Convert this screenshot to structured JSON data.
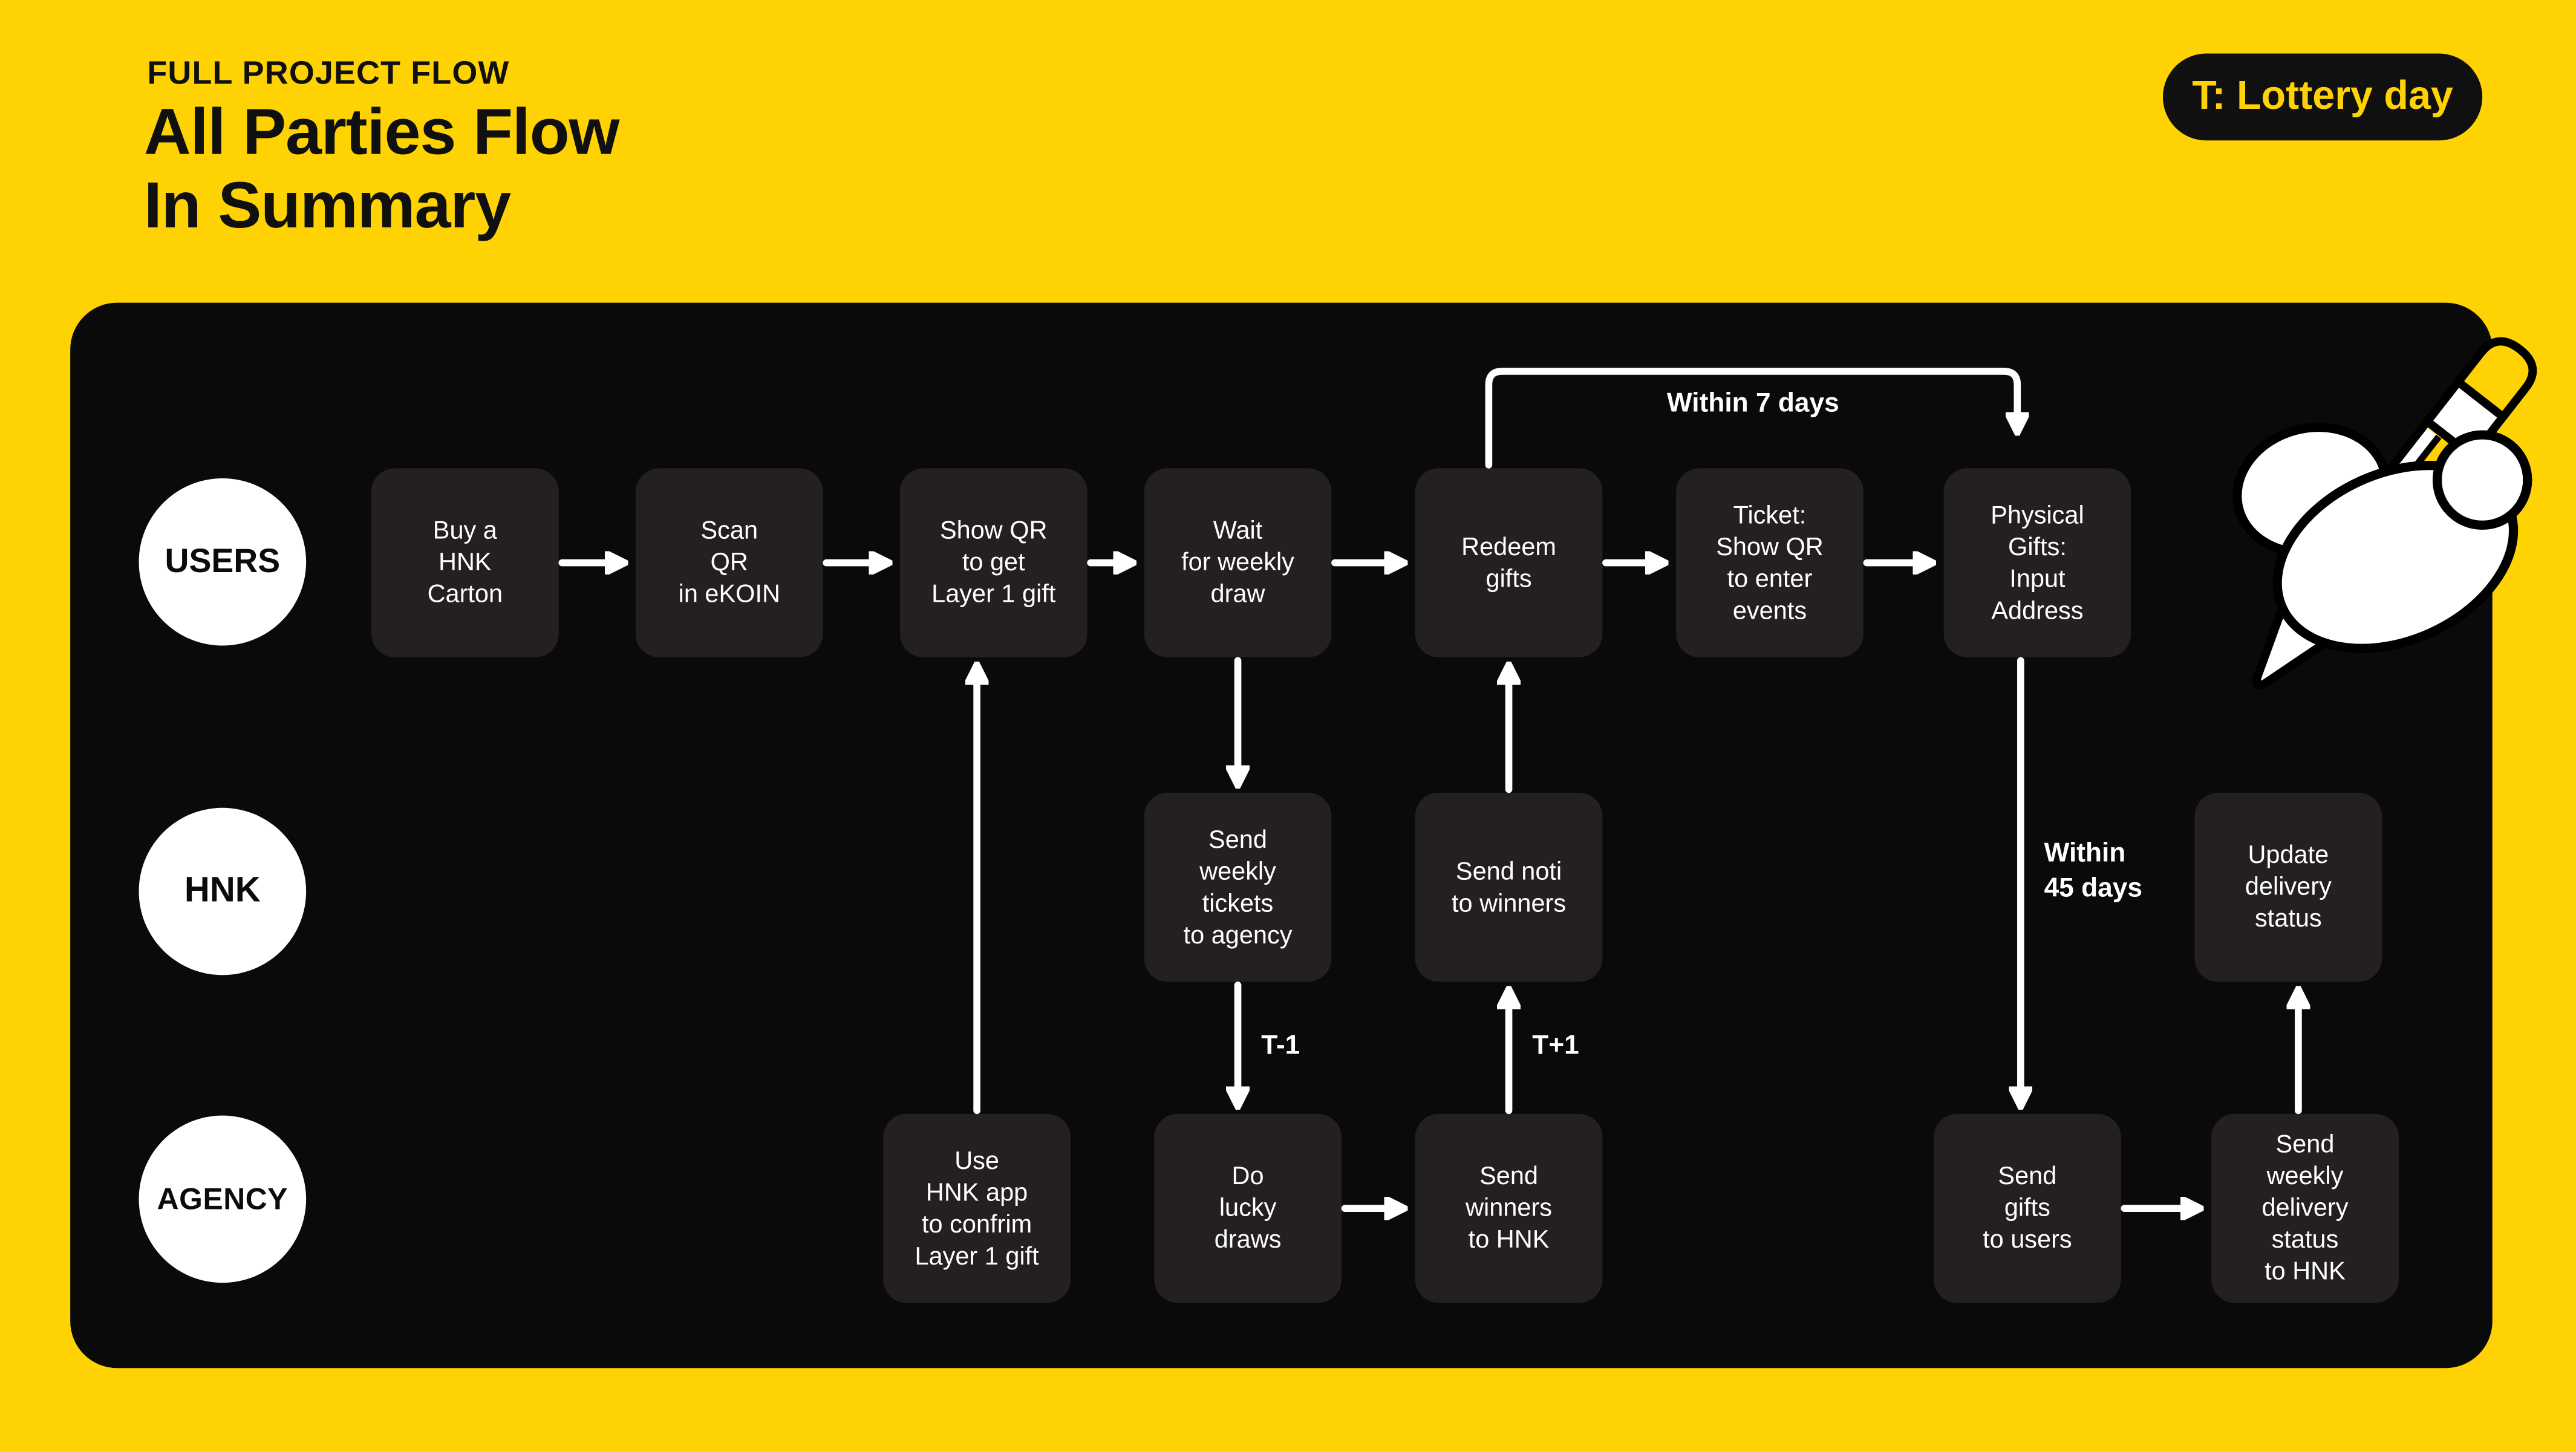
{
  "theme": {
    "accent": "#FFD303",
    "panel": "#0A0A0B",
    "box": "#242021",
    "ink": "#101010",
    "white": "#FFFFFF"
  },
  "header": {
    "kicker": "FULL PROJECT FLOW",
    "title_line1": "All Parties Flow",
    "title_line2": "In Summary"
  },
  "badge": {
    "label": "T: Lottery day"
  },
  "lanes": {
    "users": "USERS",
    "hnk": "HNK",
    "agency": "AGENCY"
  },
  "boxes": {
    "buy_carton": "Buy a\nHNK\nCarton",
    "scan_qr": "Scan\nQR\nin eKOIN",
    "show_qr": "Show QR\nto get\nLayer 1 gift",
    "wait_draw": "Wait\nfor weekly\ndraw",
    "redeem_gifts": "Redeem\ngifts",
    "ticket_events": "Ticket:\nShow QR\nto enter\nevents",
    "physical_gifts": "Physical\nGifts:\nInput\nAddress",
    "send_tickets": "Send\nweekly\ntickets\nto agency",
    "send_noti": "Send noti\nto winners",
    "update_status": "Update\ndelivery\nstatus",
    "confirm_gift": "Use\nHNK app\nto confrim\nLayer 1 gift",
    "lucky_draws": "Do\nlucky\ndraws",
    "send_winners": "Send\nwinners\nto HNK",
    "send_gifts": "Send\ngifts\nto users",
    "send_delivery_status": "Send\nweekly\ndelivery\nstatus\nto HNK"
  },
  "annotations": {
    "within_7": "Within 7 days",
    "within_45": "Within\n45 days",
    "t_minus_1": "T-1",
    "t_plus_1": "T+1"
  }
}
